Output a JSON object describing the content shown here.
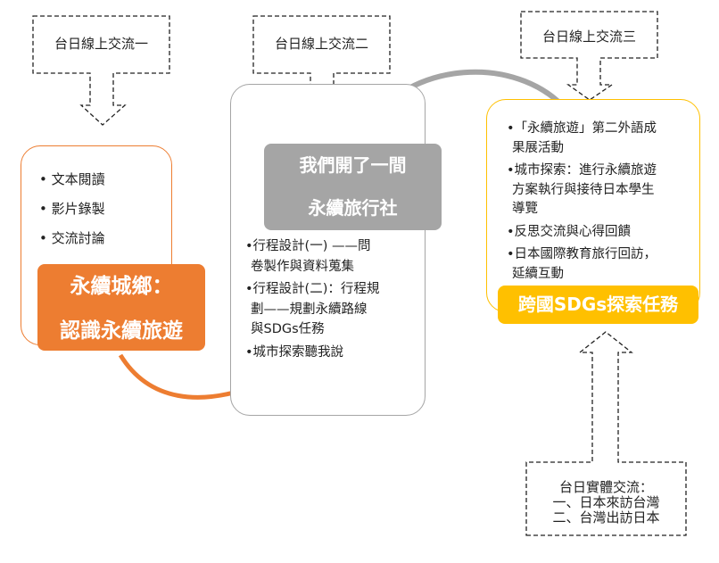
{
  "callouts": {
    "online_1": "台日線上交流一",
    "online_2": "台日線上交流二",
    "online_3": "台日線上交流三",
    "physical": {
      "title": "台日實體交流：",
      "line1": "一、日本來訪台灣",
      "line2": "二、台灣出訪日本"
    }
  },
  "stage1": {
    "title_line1": "永續城鄉：",
    "title_line2": "認識永續旅遊",
    "items": [
      "文本閱讀",
      "影片錄製",
      "交流討論"
    ]
  },
  "stage2": {
    "title_line1": "我們開了一間",
    "title_line2": "永續旅行社",
    "items": [
      [
        "•行程設計(一) ——問",
        "卷製作與資料蒐集"
      ],
      [
        "•行程設計(二)：行程規",
        "劃——規劃永續路線",
        "與SDGs任務"
      ],
      [
        "•城市探索聽我說"
      ]
    ]
  },
  "stage3": {
    "title": "跨國SDGs探索任務",
    "items": [
      [
        "•「永續旅遊」第二外語成",
        "果展活動"
      ],
      [
        "•城市探索：進行永續旅遊",
        "方案執行與接待日本學生",
        "導覽"
      ],
      [
        "•反思交流與心得回饋"
      ],
      [
        "•日本國際教育旅行回訪，",
        "延續互動"
      ]
    ]
  },
  "colors": {
    "orange": "#ED7D31",
    "gray": "#A5A5A5",
    "yellow": "#FFC000"
  }
}
